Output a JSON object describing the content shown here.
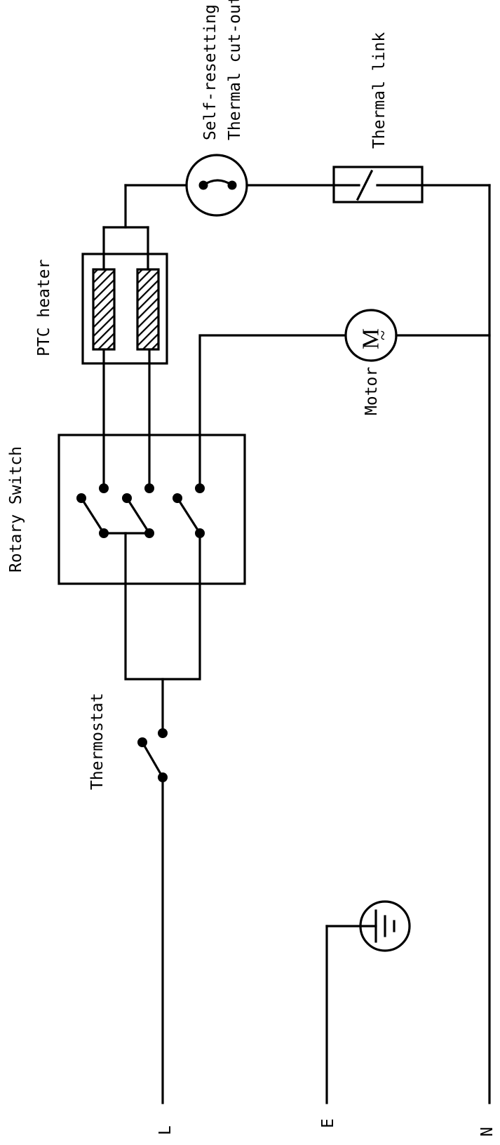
{
  "labels": {
    "self_resetting_line1": "Self-resetting",
    "self_resetting_line2": "Thermal cut-out",
    "thermal_link": "Thermal link",
    "ptc_heater": "PTC heater",
    "motor": "Motor",
    "motor_symbol": "M",
    "motor_ac": "~",
    "rotary_switch": "Rotary Switch",
    "thermostat": "Thermostat",
    "terminal_l": "L",
    "terminal_e": "E",
    "terminal_n": "N"
  },
  "icons": {
    "ground": "earth-ground-icon",
    "motor": "motor-icon",
    "heater": "heater-element-icon"
  },
  "colors": {
    "line": "#000000",
    "background": "#ffffff"
  }
}
